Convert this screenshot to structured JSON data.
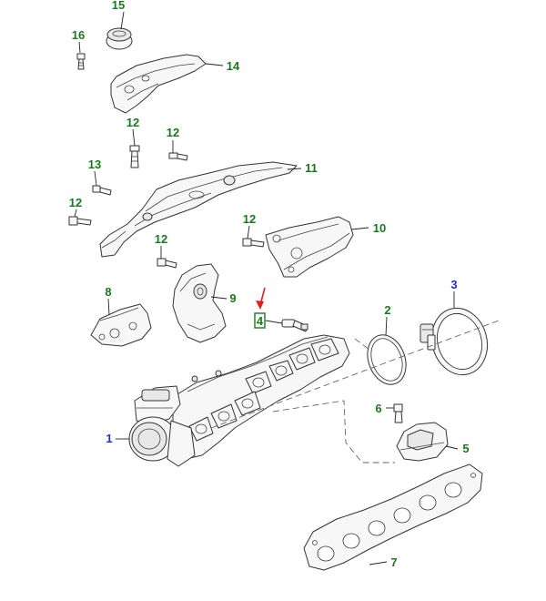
{
  "diagram": {
    "colors": {
      "callout_green": "#1a7a1a",
      "callout_blue": "#1f2fd0",
      "highlight_arrow": "#e0201a",
      "highlight_box": "#1a7a1a",
      "line": "#222222"
    },
    "callouts": [
      {
        "id": "15",
        "label": "15",
        "color": "green"
      },
      {
        "id": "16",
        "label": "16",
        "color": "green"
      },
      {
        "id": "14",
        "label": "14",
        "color": "green"
      },
      {
        "id": "12a",
        "label": "12",
        "color": "green"
      },
      {
        "id": "12b",
        "label": "12",
        "color": "green"
      },
      {
        "id": "13",
        "label": "13",
        "color": "green"
      },
      {
        "id": "11",
        "label": "11",
        "color": "green"
      },
      {
        "id": "12c",
        "label": "12",
        "color": "green"
      },
      {
        "id": "12d",
        "label": "12",
        "color": "green"
      },
      {
        "id": "10",
        "label": "10",
        "color": "green"
      },
      {
        "id": "12e",
        "label": "12",
        "color": "green"
      },
      {
        "id": "8",
        "label": "8",
        "color": "green"
      },
      {
        "id": "9",
        "label": "9",
        "color": "green"
      },
      {
        "id": "4",
        "label": "4",
        "color": "green"
      },
      {
        "id": "2",
        "label": "2",
        "color": "green"
      },
      {
        "id": "3",
        "label": "3",
        "color": "blue"
      },
      {
        "id": "1",
        "label": "1",
        "color": "blue"
      },
      {
        "id": "6",
        "label": "6",
        "color": "green"
      },
      {
        "id": "5",
        "label": "5",
        "color": "green"
      },
      {
        "id": "7",
        "label": "7",
        "color": "green"
      }
    ],
    "highlighted_part": "4"
  }
}
